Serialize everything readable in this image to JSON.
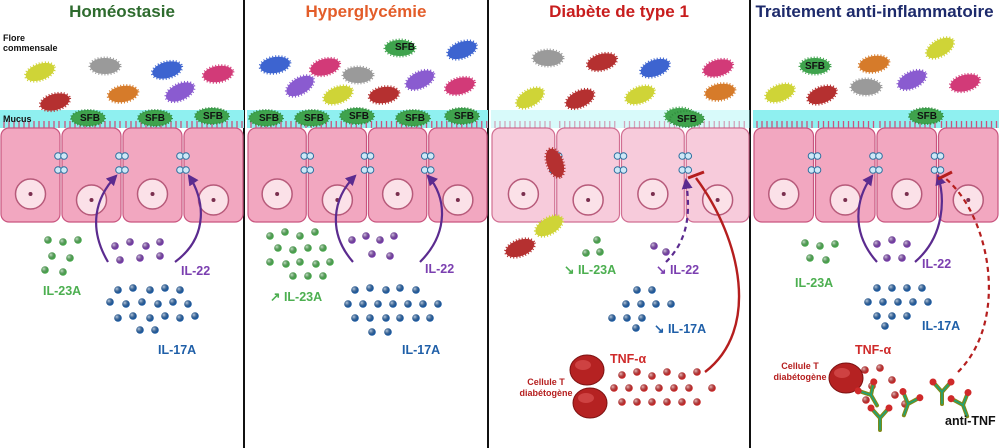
{
  "panels": [
    {
      "title": "Homéostasie",
      "color": "#2e6b2e"
    },
    {
      "title": "Hyperglycémie",
      "color": "#e35d2a"
    },
    {
      "title": "Diabète de type 1",
      "color": "#c81d1d"
    },
    {
      "title": "Traitement anti-inflammatoire",
      "color": "#1d2a6b"
    }
  ],
  "labels": {
    "flore": "Flore commensale",
    "mucus": "Mucus",
    "sfb": "SFB",
    "il23a": "IL-23A",
    "il22": "IL-22",
    "il17a": "IL-17A",
    "il23a_up": "↗ IL-23A",
    "il23a_down": "↘ IL-23A",
    "il22_down": "↘ IL-22",
    "il17a_down": "↘ IL-17A",
    "tnf": "TNF-α",
    "tcell": "Cellule T diabétogène",
    "anti_tnf": "anti-TNF"
  },
  "colors": {
    "mucus": "#8ff0f0",
    "epithelium": "#f2a7c0",
    "epithelium_dark": "#c9557f",
    "il23a": "#4caf50",
    "il22": "#7b3fb0",
    "il17a": "#1f5fa8",
    "tnf": "#cf2a2a",
    "sfb_green": "#3fa34d"
  }
}
